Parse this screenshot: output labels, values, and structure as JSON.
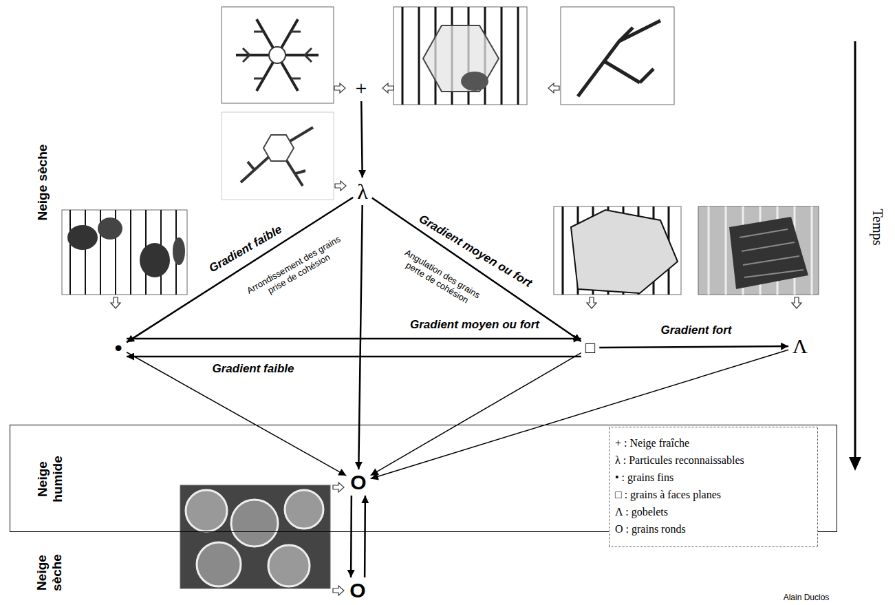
{
  "diagram": {
    "nodes": [
      {
        "text": [
          "+"
        ]
      },
      {
        "text": [
          "λ"
        ]
      },
      {
        "text": [
          "•"
        ]
      },
      {
        "text": [
          "□"
        ]
      },
      {
        "text": [
          "Λ"
        ]
      },
      {
        "text": [
          "Neige humide"
        ]
      },
      {
        "text": [
          "O"
        ],
        "in": 5
      },
      {
        "text": [
          "O"
        ]
      }
    ],
    "edges": [
      {
        "from": 0,
        "to": 1,
        "arrow": "to"
      },
      {
        "from": 1,
        "to": 2,
        "label": "Gradient faible",
        "arrow": "to"
      },
      {
        "from": 1,
        "to": 3,
        "label": "Gradient moyen ou fort",
        "arrow": "to"
      },
      {
        "from": 2,
        "to": 3,
        "label": "Gradient moyen ou fort",
        "arrow": "to"
      },
      {
        "from": 3,
        "to": 2,
        "label": "Gradient faible",
        "arrow": "to"
      },
      {
        "from": 3,
        "to": 4,
        "label": "Gradient fort",
        "arrow": "to"
      },
      {
        "from": 2,
        "to": 6,
        "arrow": "to"
      },
      {
        "from": 1,
        "to": 6,
        "arrow": "to"
      },
      {
        "from": 3,
        "to": 6,
        "arrow": "to"
      },
      {
        "from": 4,
        "to": 6,
        "arrow": "to"
      },
      {
        "from": 6,
        "to": 7,
        "arrow": "to"
      },
      {
        "from": 7,
        "to": 6,
        "arrow": "to"
      }
    ],
    "labels": [
      "Neige sèche",
      "Arrondissement des grains prise de cohésion",
      "Angulation des grains perte de cohésion",
      "Temps",
      "Neige sèche",
      "Alain Duclos"
    ],
    "legend": [
      {
        "text": "+ : Neige fraîche"
      },
      {
        "text": "λ : Particules reconnaissables"
      },
      {
        "text": "• : grains fins"
      },
      {
        "text": "□ : grains à faces planes"
      },
      {
        "text": "Λ : gobelets"
      },
      {
        "text": "O : grains ronds"
      }
    ]
  }
}
